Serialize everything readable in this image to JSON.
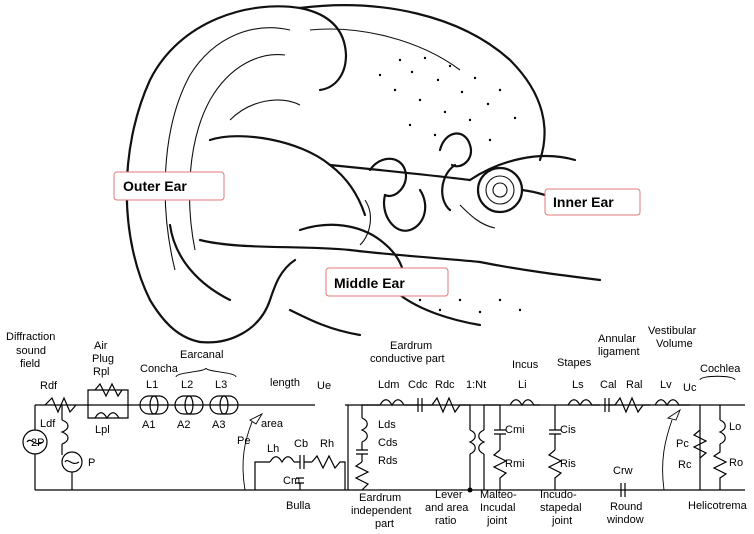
{
  "regions": {
    "outer_ear": "Outer Ear",
    "inner_ear": "Inner Ear",
    "middle_ear": "Middle Ear"
  },
  "labels": {
    "diffraction_line1": "Diffraction",
    "diffraction_line2": "sound",
    "diffraction_line3": "field",
    "rdf": "Rdf",
    "ldf": "Ldf",
    "two_p": "2P",
    "p": "P",
    "air": "Air",
    "plug": "Plug",
    "rpl": "Rpl",
    "lpl": "Lpl",
    "concha": "Concha",
    "earcanal": "Earcanal",
    "l1": "L1",
    "l2": "L2",
    "l3": "L3",
    "a1": "A1",
    "a2": "A2",
    "a3": "A3",
    "length": "length",
    "area": "area",
    "ue": "Ue",
    "pe": "Pe",
    "lh": "Lh",
    "cb": "Cb",
    "rh": "Rh",
    "cm": "Cm",
    "bulla": "Bulla",
    "eardrum_conductive_line1": "Eardrum",
    "eardrum_conductive_line2": "conductive part",
    "ldm": "Ldm",
    "cdc": "Cdc",
    "rdc": "Rdc",
    "ratio": "1:Nt",
    "lds": "Lds",
    "cds": "Cds",
    "rds": "Rds",
    "eardrum_indep_line1": "Eardrum",
    "eardrum_indep_line2": "independent",
    "eardrum_indep_line3": "part",
    "lever_line1": "Lever",
    "lever_line2": "and area",
    "lever_line3": "ratio",
    "incus": "Incus",
    "li": "Li",
    "cmi": "Cmi",
    "rmi": "Rmi",
    "malteo_line1": "Malteo-",
    "malteo_line2": "Incudal",
    "malteo_line3": "joint",
    "stapes": "Stapes",
    "ls": "Ls",
    "cis": "Cis",
    "ris": "Ris",
    "incudo_line1": "Incudo-",
    "incudo_line2": "stapedal",
    "incudo_line3": "joint",
    "annular_line1": "Annular",
    "annular_line2": "ligament",
    "cal": "Cal",
    "ral": "Ral",
    "crw": "Crw",
    "round_line1": "Round",
    "round_line2": "window",
    "vestibular_line1": "Vestibular",
    "vestibular_line2": "Volume",
    "lv": "Lv",
    "uc": "Uc",
    "pc": "Pc",
    "rc": "Rc",
    "cochlea": "Cochlea",
    "lo": "Lo",
    "ro": "Ro",
    "helicotrema": "Helicotrema"
  }
}
